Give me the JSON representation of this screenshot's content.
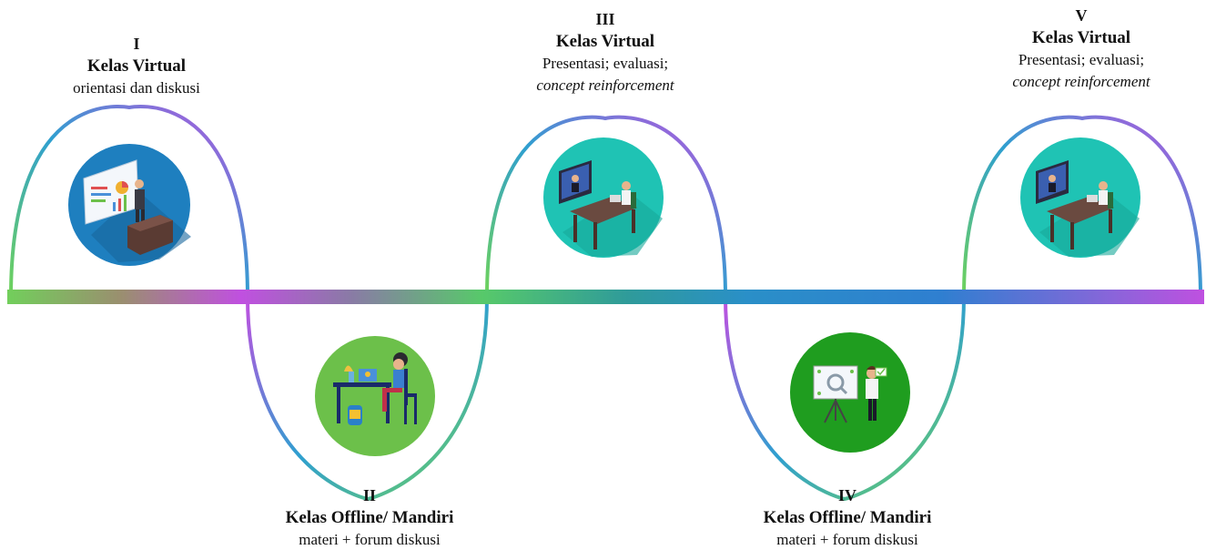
{
  "stages": [
    {
      "number": "I",
      "title": "Kelas Virtual",
      "desc": "orientasi dan diskusi",
      "desc2": "",
      "icon": "presentation-board-icon",
      "circle_color": "#1e7fbf"
    },
    {
      "number": "II",
      "title": "Kelas Offline/ Mandiri",
      "desc": "materi + forum diskusi",
      "desc2": "",
      "icon": "study-at-desk-icon",
      "circle_color": "#6cc04a"
    },
    {
      "number": "III",
      "title": "Kelas Virtual",
      "desc": "Presentasi; evaluasi;",
      "desc2": "concept reinforcement",
      "icon": "video-conference-icon",
      "circle_color": "#1fc3b4"
    },
    {
      "number": "IV",
      "title": "Kelas Offline/ Mandiri",
      "desc": "materi + forum diskusi",
      "desc2": "",
      "icon": "teacher-whiteboard-icon",
      "circle_color": "#1f9d1f"
    },
    {
      "number": "V",
      "title": "Kelas Virtual",
      "desc": "Presentasi; evaluasi;",
      "desc2": "concept reinforcement",
      "icon": "video-conference-icon",
      "circle_color": "#1fc3b4"
    }
  ],
  "colors": {
    "green": "#6fd35a",
    "purple": "#c050e0",
    "teal": "#2aa88a",
    "blue": "#2f7fd0"
  }
}
